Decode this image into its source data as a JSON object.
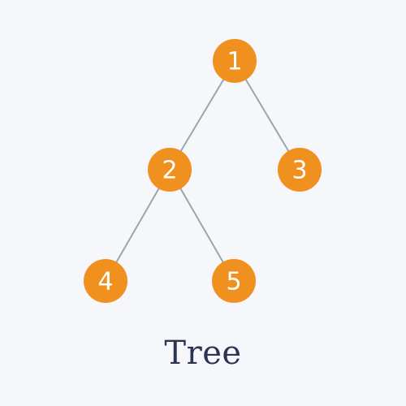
{
  "diagram": {
    "caption": "Tree",
    "node_color": "#f0901f",
    "edge_color": "#9aa6ae",
    "label_color": "#ffffff",
    "caption_color": "#2d3452",
    "background": "#f5f7fa",
    "nodes": [
      {
        "id": "1",
        "label": "1"
      },
      {
        "id": "2",
        "label": "2"
      },
      {
        "id": "3",
        "label": "3"
      },
      {
        "id": "4",
        "label": "4"
      },
      {
        "id": "5",
        "label": "5"
      }
    ],
    "edges": [
      {
        "from": "1",
        "to": "2"
      },
      {
        "from": "1",
        "to": "3"
      },
      {
        "from": "2",
        "to": "4"
      },
      {
        "from": "2",
        "to": "5"
      }
    ]
  }
}
